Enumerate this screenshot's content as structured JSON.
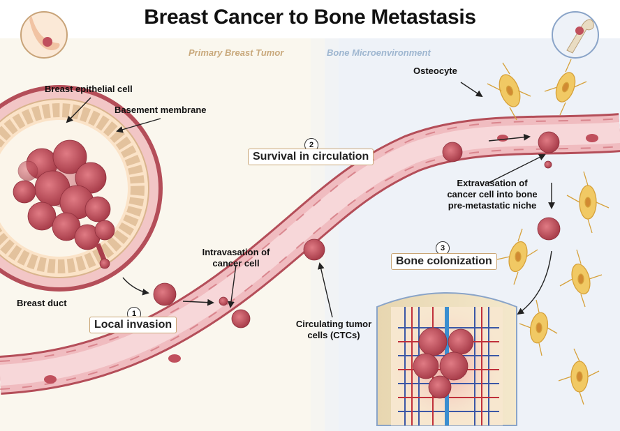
{
  "title": "Breast Cancer to Bone Metastasis",
  "regions": {
    "left": "Primary Breast Tumor",
    "right": "Bone Microenvironment"
  },
  "labels": {
    "epithelial": "Breast epithelial cell",
    "basement": "Basement membrane",
    "duct": "Breast duct",
    "intravasation": [
      "Intravasation of",
      "cancer cell"
    ],
    "ctc": [
      "Circulating tumor",
      "cells (CTCs)"
    ],
    "osteocyte": "Osteocyte",
    "extravasation": [
      "Extravasation of",
      "cancer cell into bone",
      "pre-metastatic niche"
    ]
  },
  "steps": [
    {
      "num": "1",
      "label": "Local invasion"
    },
    {
      "num": "2",
      "label": "Survival in circulation"
    },
    {
      "num": "3",
      "label": "Bone colonization"
    }
  ],
  "colors": {
    "left_bg": "#faf7ee",
    "right_bg": "#edf2f8",
    "vessel": "#f2c2c4",
    "vessel_edge": "#b44e59",
    "cancer": "#c0505d",
    "osteocyte": "#f1c964"
  },
  "icons": [
    "breast-icon",
    "bone-icon"
  ]
}
